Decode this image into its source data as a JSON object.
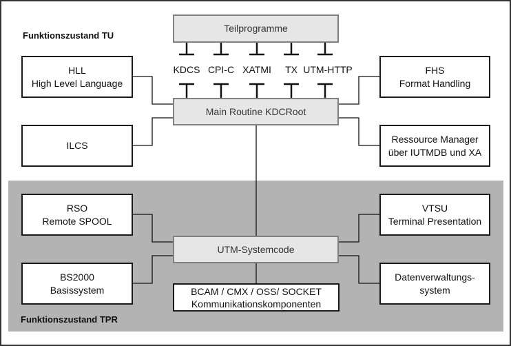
{
  "sections": {
    "tu_label": "Funktionszustand TU",
    "tpr_label": "Funktionszustand TPR"
  },
  "core": {
    "teilprogramme": "Teilprogramme",
    "main_routine": "Main Routine KDCRoot",
    "systemcode": "UTM-Systemcode"
  },
  "interfaces": [
    "KDCS",
    "CPI-C",
    "XATMI",
    "TX",
    "UTM-HTTP"
  ],
  "components": {
    "hll": {
      "line1": "HLL",
      "line2": "High Level Language"
    },
    "ilcs": {
      "line1": "ILCS"
    },
    "fhs": {
      "line1": "FHS",
      "line2": "Format Handling"
    },
    "rm": {
      "line1": "Ressource Manager",
      "line2": "über IUTMDB und XA"
    },
    "rso": {
      "line1": "RSO",
      "line2": "Remote SPOOL"
    },
    "bs2000": {
      "line1": "BS2000",
      "line2": "Basissystem"
    },
    "vtsu": {
      "line1": "VTSU",
      "line2": "Terminal Presentation"
    },
    "dvs": {
      "line1": "Datenverwaltungs-",
      "line2": "system"
    },
    "comm": {
      "line1": "BCAM / CMX / OSS/ SOCKET",
      "line2": "Kommunikationskomponenten"
    }
  },
  "colors": {
    "tpr_band": "#b3b3b3",
    "core_fill": "#e6e6e6",
    "core_border": "#808080",
    "box_border": "#1a1a1a"
  }
}
